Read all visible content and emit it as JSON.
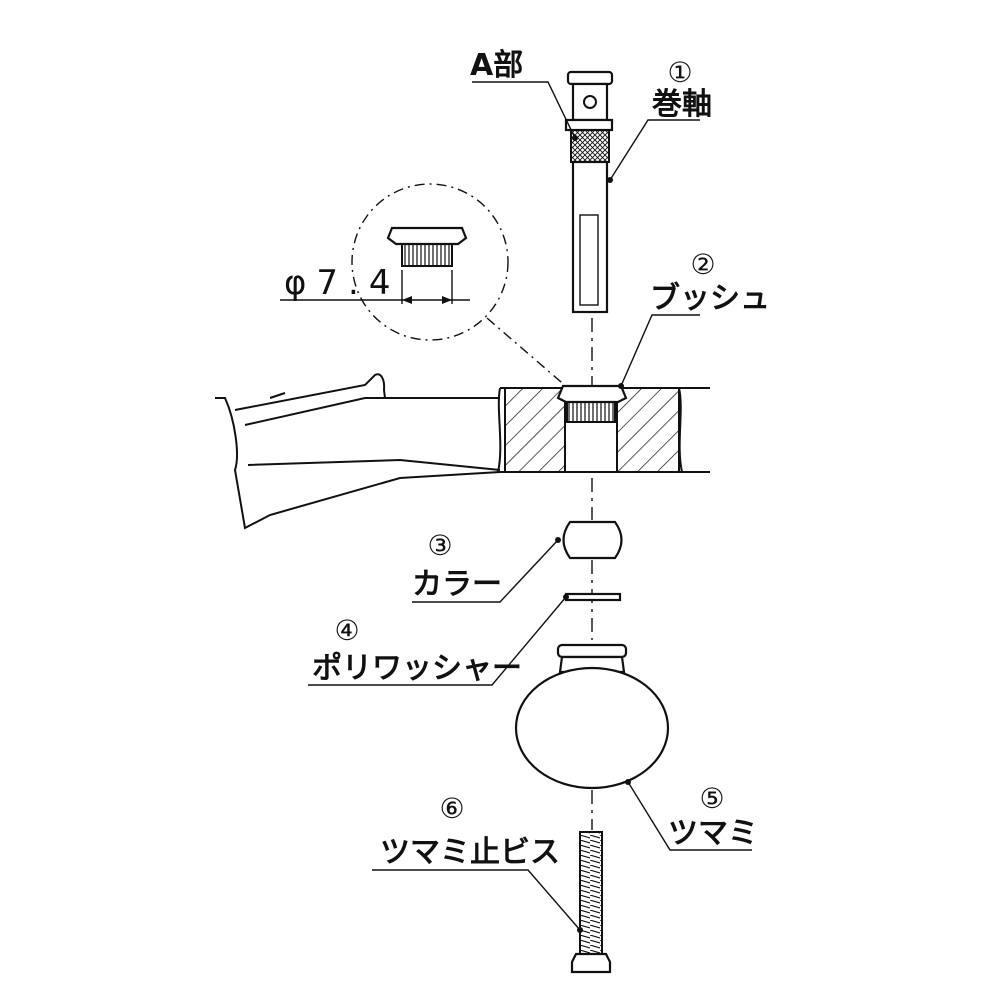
{
  "labels": {
    "a_part": "A部",
    "dimension": "φ7.4",
    "parts": [
      {
        "number": "①",
        "name": "巻軸"
      },
      {
        "number": "②",
        "name": "ブッシュ"
      },
      {
        "number": "③",
        "name": "カラー"
      },
      {
        "number": "④",
        "name": "ポリワッシャー"
      },
      {
        "number": "⑤",
        "name": "ツマミ"
      },
      {
        "number": "⑥",
        "name": "ツマミ止ビス"
      }
    ]
  }
}
